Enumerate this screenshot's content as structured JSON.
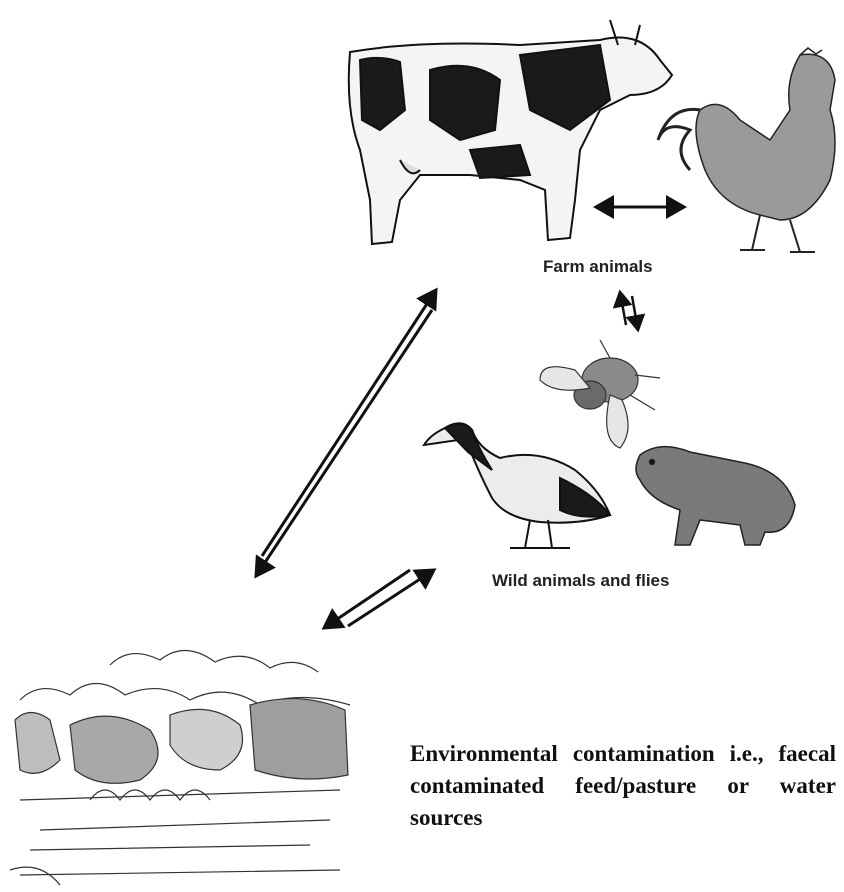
{
  "labels": {
    "farm_animals": "Farm animals",
    "wild_animals": "Wild animals and flies",
    "environment": "Environmental contamination i.e., faecal contaminated feed/pasture or water sources"
  },
  "icons": [
    "cow-illustration",
    "rooster-illustration",
    "fly-illustration",
    "duck-illustration",
    "rodent-illustration",
    "landscape-illustration"
  ],
  "colors": {
    "ink": "#111111",
    "background": "#ffffff"
  }
}
